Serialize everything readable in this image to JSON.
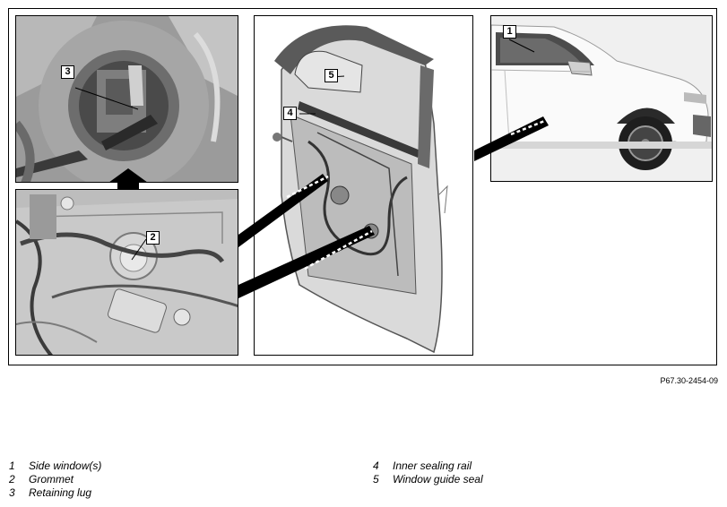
{
  "figure": {
    "reference_code": "P67.30-2454-09",
    "callouts": {
      "side_window": "1",
      "grommet": "2",
      "retaining_lug": "3",
      "inner_sealing_rail": "4",
      "window_guide_seal": "5"
    }
  },
  "legend": {
    "left": [
      {
        "num": "1",
        "label": "Side window(s)"
      },
      {
        "num": "2",
        "label": "Grommet"
      },
      {
        "num": "3",
        "label": "Retaining lug"
      }
    ],
    "right": [
      {
        "num": "4",
        "label": "Inner sealing rail"
      },
      {
        "num": "5",
        "label": "Window guide seal"
      }
    ]
  }
}
